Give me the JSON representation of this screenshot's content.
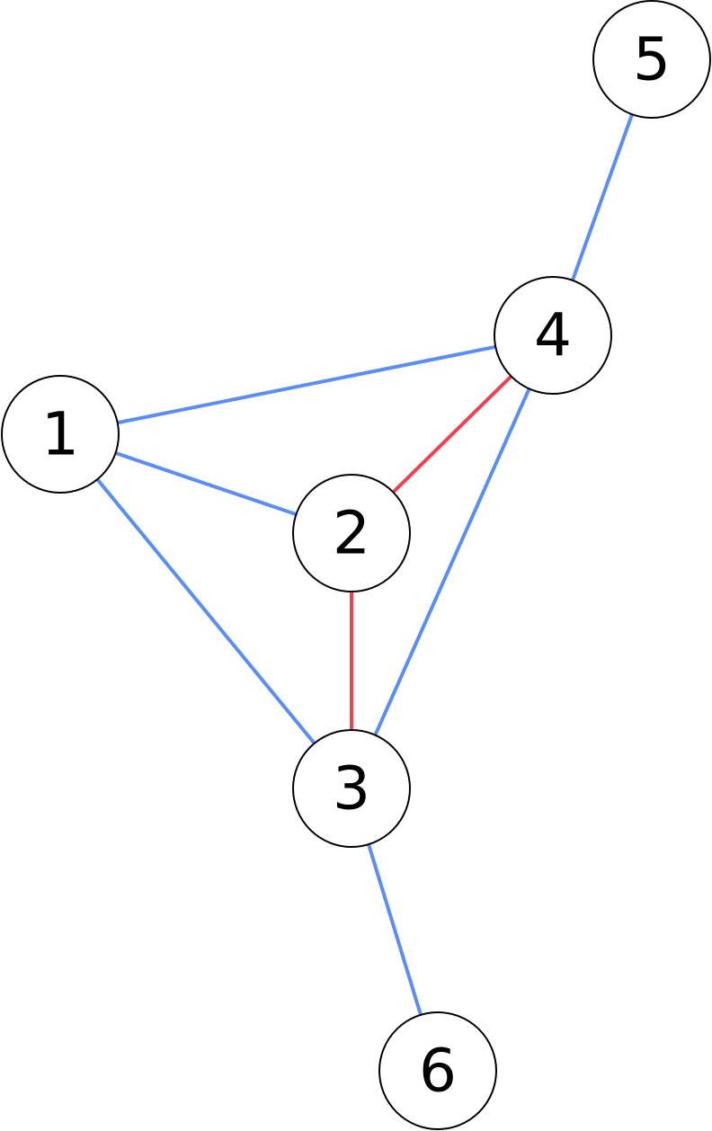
{
  "colors": {
    "edge_default": "#5a8ef5",
    "edge_highlight": "#f2404f",
    "node_fill": "#ffffff",
    "node_stroke": "#000000"
  },
  "nodes": [
    {
      "id": "1",
      "label": "1"
    },
    {
      "id": "2",
      "label": "2"
    },
    {
      "id": "3",
      "label": "3"
    },
    {
      "id": "4",
      "label": "4"
    },
    {
      "id": "5",
      "label": "5"
    },
    {
      "id": "6",
      "label": "6"
    }
  ],
  "edges": [
    {
      "from": "1",
      "to": "4",
      "highlighted": false
    },
    {
      "from": "1",
      "to": "2",
      "highlighted": false
    },
    {
      "from": "1",
      "to": "3",
      "highlighted": false
    },
    {
      "from": "2",
      "to": "4",
      "highlighted": true
    },
    {
      "from": "2",
      "to": "3",
      "highlighted": true
    },
    {
      "from": "3",
      "to": "4",
      "highlighted": false
    },
    {
      "from": "4",
      "to": "5",
      "highlighted": false
    },
    {
      "from": "3",
      "to": "6",
      "highlighted": false
    }
  ]
}
